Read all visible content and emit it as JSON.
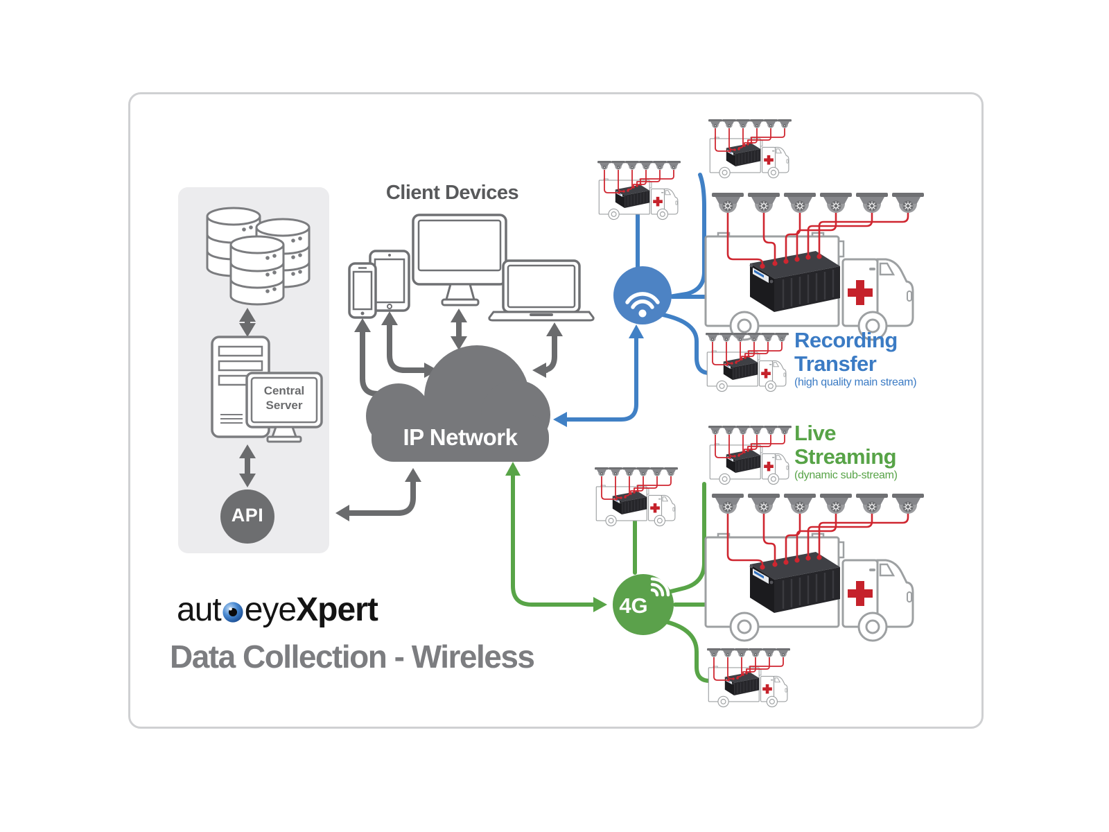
{
  "logo": {
    "part1": "aut",
    "part2": "eye",
    "part3": "Xpert",
    "eye_icon": "eye-icon",
    "eye_color": "#4a8ad2"
  },
  "diagram_title": "Data Collection - Wireless",
  "server_panel": {
    "database_icon": "database-stack-icon",
    "central_server_line1": "Central",
    "central_server_line2": "Server",
    "api_label": "API"
  },
  "client_devices": {
    "heading": "Client Devices",
    "device_icons": [
      "smartphone-icon",
      "tablet-icon",
      "desktop-monitor-icon",
      "laptop-icon"
    ]
  },
  "network": {
    "cloud_label": "IP Network",
    "wifi_hub_icon": "wifi-icon",
    "cellular_label": "4G"
  },
  "flows": {
    "recording_transfer": {
      "title_line1": "Recording",
      "title_line2": "Transfer",
      "subtitle": "(high quality main stream)",
      "color": "#3b7bc4",
      "vehicles": {
        "small_ambulances": 3,
        "large_ambulances": 1,
        "cameras_per_vehicle": 6
      }
    },
    "live_streaming": {
      "title_line1": "Live",
      "title_line2": "Streaming",
      "subtitle": "(dynamic sub-stream)",
      "color": "#57a347",
      "vehicles": {
        "small_ambulances": 3,
        "large_ambulances": 1,
        "cameras_per_vehicle": 6
      }
    }
  },
  "colors": {
    "recording_blue": "#4080c5",
    "live_green": "#58a447",
    "connector_gray": "#6a6b6d",
    "camera_wire_red": "#cf2630",
    "cloud_gray": "#77787b"
  }
}
